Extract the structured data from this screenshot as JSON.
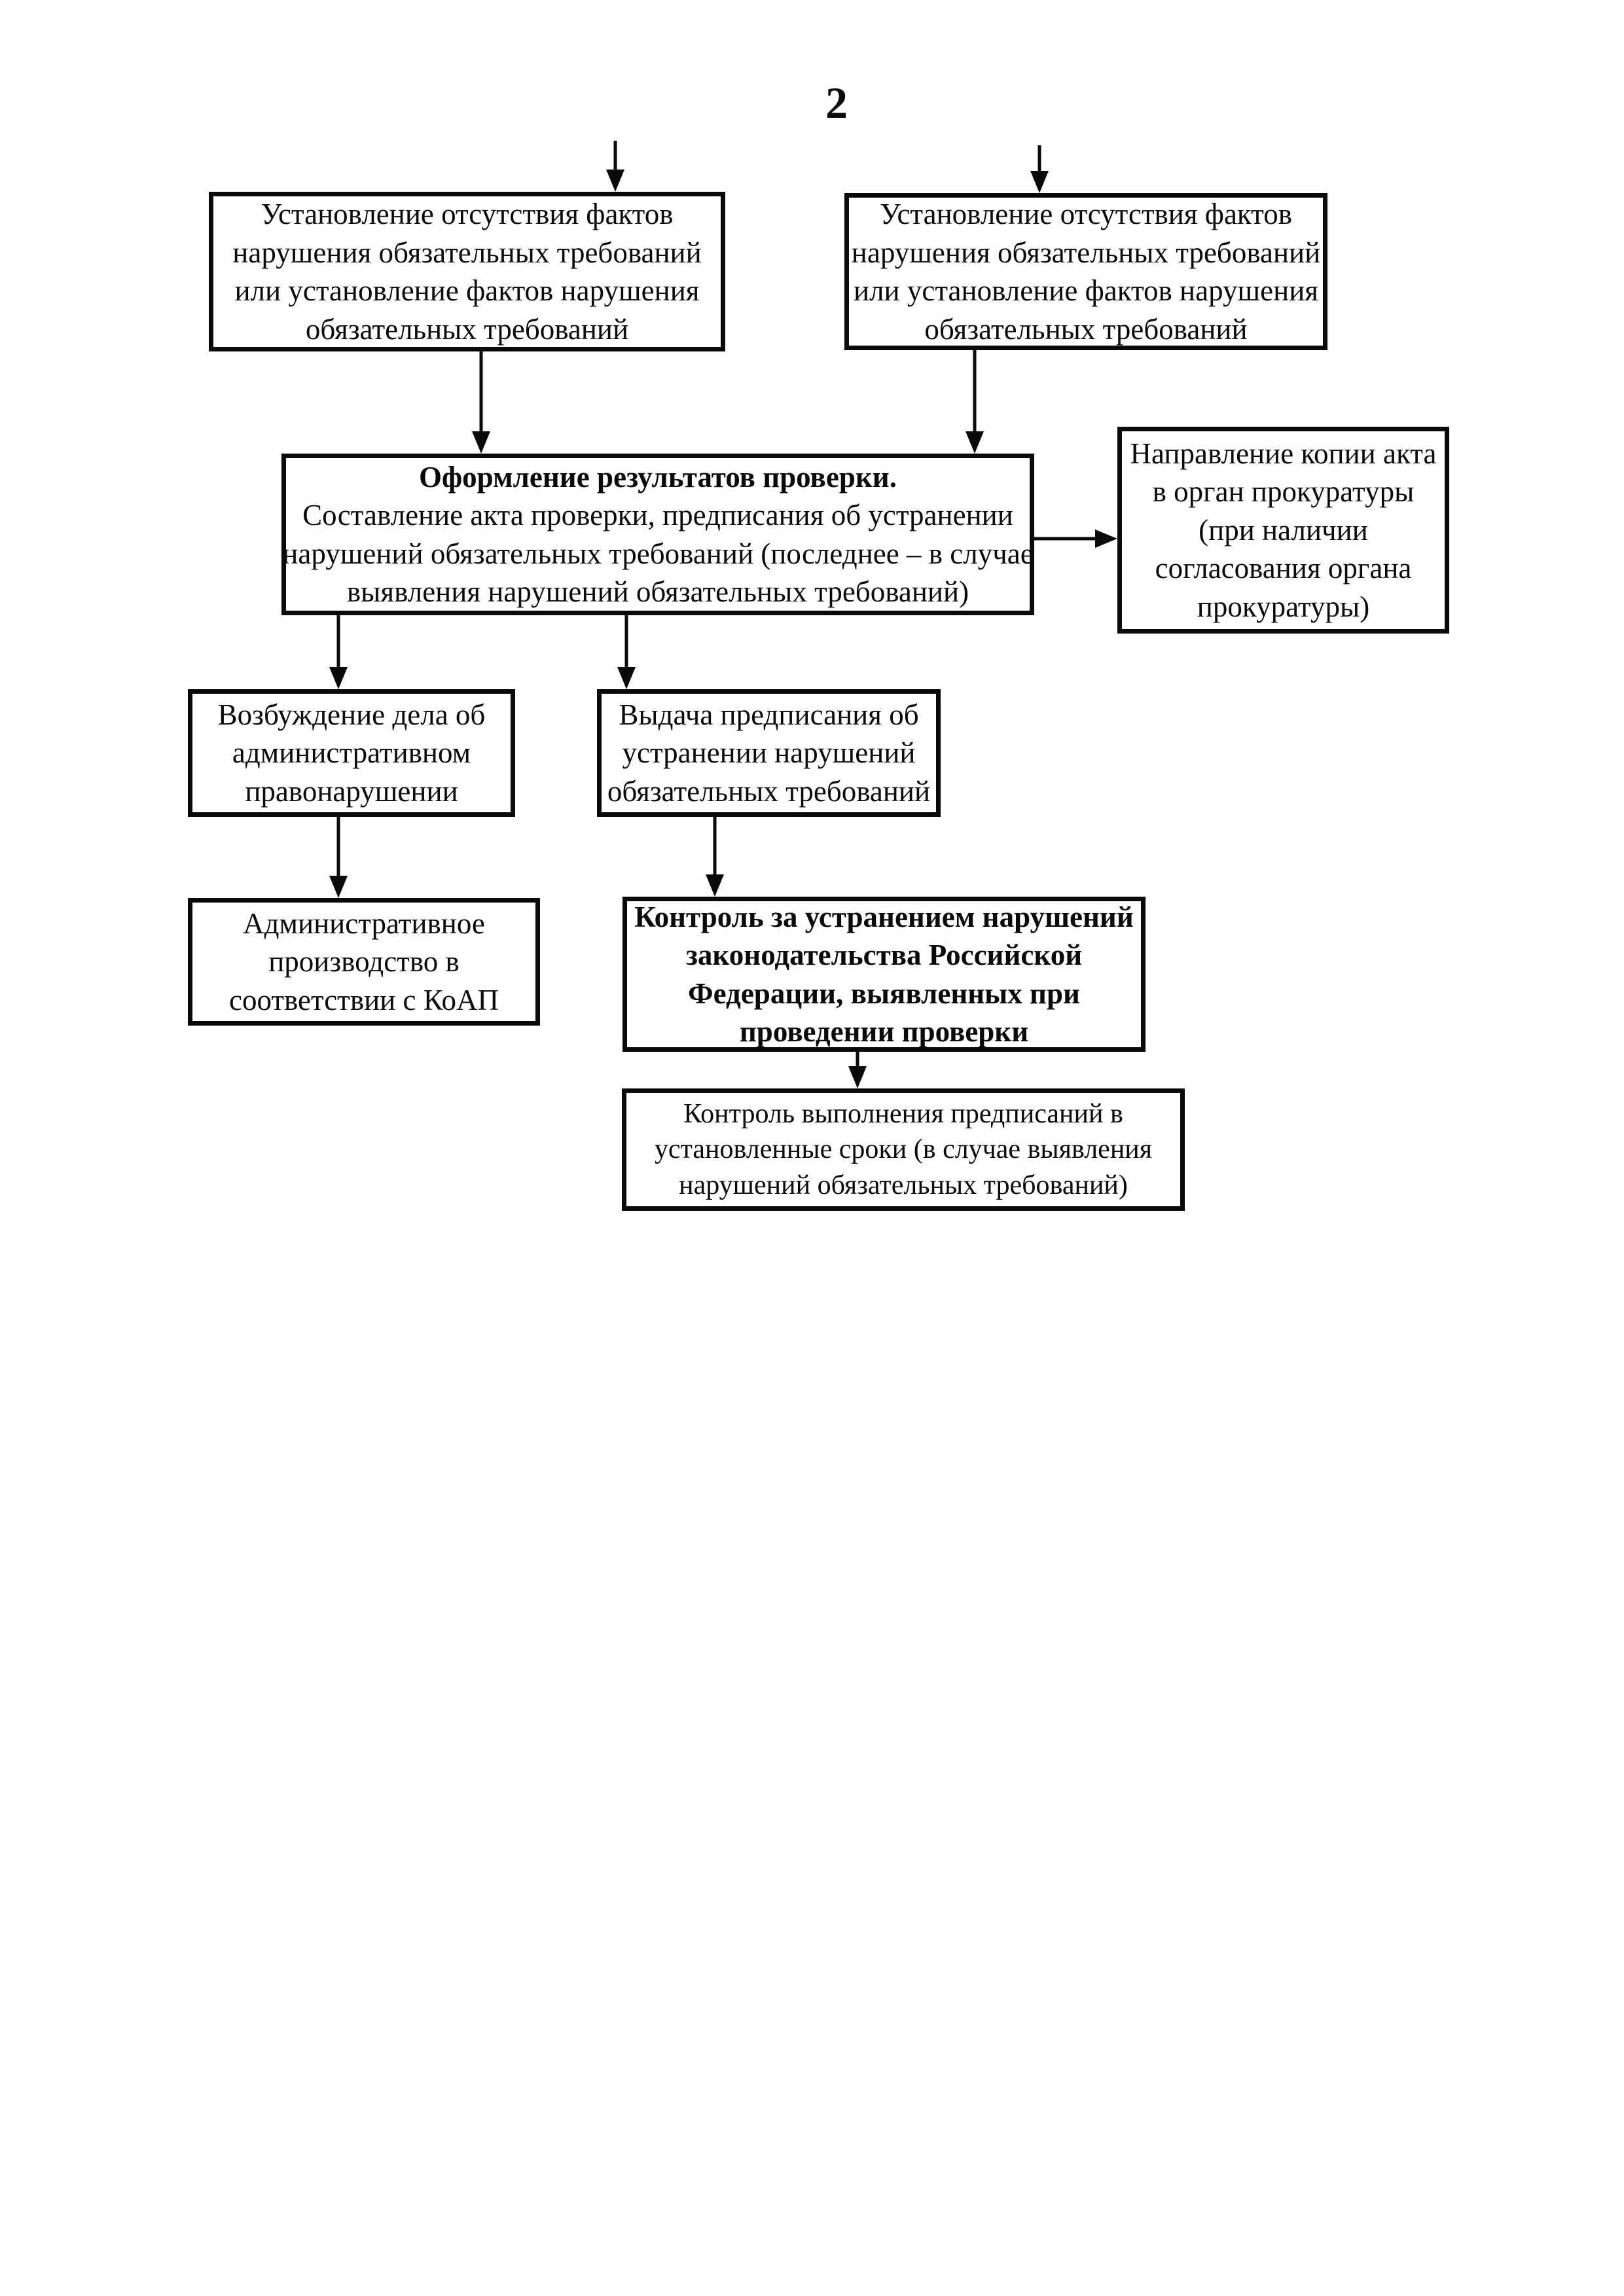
{
  "page": {
    "number": "2"
  },
  "flowchart": {
    "findings_left": {
      "lines": [
        "Установление отсутствия фактов",
        "нарушения обязательных требований",
        "или установление фактов нарушения",
        "обязательных требований"
      ]
    },
    "findings_right": {
      "lines": [
        "Установление отсутствия фактов",
        "нарушения обязательных требований",
        "или установление фактов нарушения",
        "обязательных требований"
      ]
    },
    "results": {
      "title": "Оформление результатов проверки.",
      "lines": [
        "Составление акта проверки, предписания об устранении",
        "нарушений обязательных требований (последнее – в случае",
        "выявления нарушений обязательных требований)"
      ]
    },
    "prosecutor_copy": {
      "lines": [
        "Направление копии акта",
        "в орган прокуратуры",
        "(при наличии",
        "согласования органа",
        "прокуратуры)"
      ]
    },
    "admin_case": {
      "lines": [
        "Возбуждение дела об",
        "административном",
        "правонарушении"
      ]
    },
    "issue_order": {
      "lines": [
        "Выдача предписания об",
        "устранении нарушений",
        "обязательных требований"
      ]
    },
    "admin_proceedings": {
      "lines": [
        "Административное",
        "производство в",
        "соответствии с КоАП"
      ]
    },
    "elimination_control": {
      "lines": [
        "Контроль за устранением нарушений",
        "законодательства Российской",
        "Федерации, выявленных при",
        "проведении проверки"
      ]
    },
    "deadline_control": {
      "lines": [
        "Контроль выполнения предписаний в",
        "установленные сроки (в случае выявления",
        "нарушений обязательных требований)"
      ]
    },
    "colors": {
      "ink": "#0a0a0a",
      "paper": "#ffffff"
    }
  }
}
